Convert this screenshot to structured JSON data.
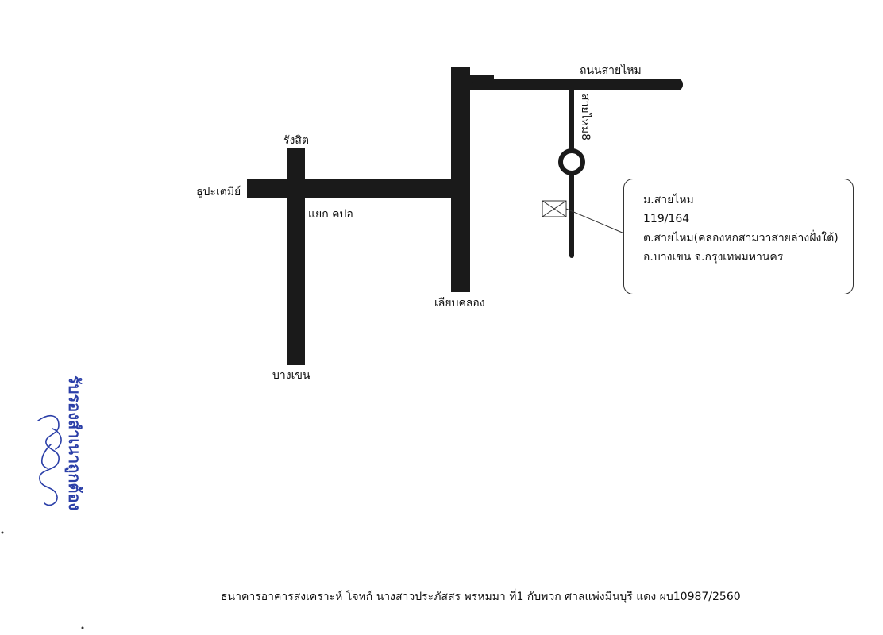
{
  "roads": {
    "main_road_label": "ถนนสายไหม",
    "soi_label": "สายไหม8",
    "north_label": "รังสิต",
    "west_label": "ธูปะเตมีย์",
    "junction_label": "แยก คปอ",
    "south_label": "บางเขน",
    "canal_road_label": "เลียบคลอง"
  },
  "property": {
    "line1": "ม.สายไหม",
    "line2": "119/164",
    "line3": "ต.สายไหม(คลองหกสามวาสายล่างฝั่งใต้)",
    "line4": "อ.บางเขน  จ.กรุงเทพมหานคร"
  },
  "stamp": {
    "text": "รับรองสำเนาถูกต้อง"
  },
  "footer": {
    "text": "ธนาคารอาคารสงเคราะห์  โจทก์ นางสาวประภัสสร พรหมมา ที่1 กับพวก ศาลแพ่งมีนบุรี แดง ผบ10987/2560"
  },
  "colors": {
    "road": "#1a1a1a",
    "stamp_ink": "#2b3fa8"
  }
}
